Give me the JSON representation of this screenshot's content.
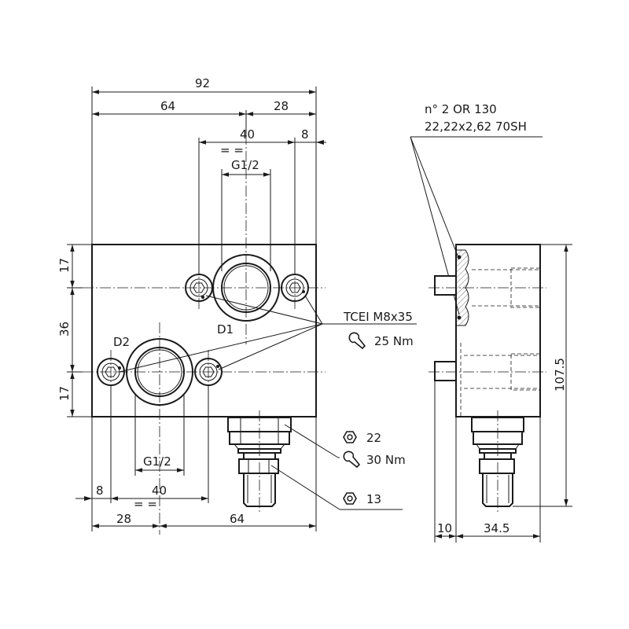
{
  "colors": {
    "line": "#1a1a1a",
    "background": "#ffffff"
  },
  "icons": {
    "wrench": "wrench-icon",
    "hex": "hex-nut-icon"
  },
  "front_view": {
    "dims": {
      "overall_width": "92",
      "left_to_axis": "64",
      "axis_to_right": "28",
      "d1_bolt_spacing": "40",
      "d1_bolt_offset": "8",
      "d1_port_size": "G1/2",
      "d2_port_size": "G1/2",
      "d2_bolt_spacing": "40",
      "d2_bolt_offset": "8",
      "bottom_left_to_axis": "28",
      "bottom_axis_to_right": "64",
      "height_top": "17",
      "height_mid": "36",
      "height_bottom": "17"
    },
    "port_d1": "D1",
    "port_d2": "D2",
    "equal_marks": "= ="
  },
  "callouts": {
    "seal_line1": "n° 2 OR 130",
    "seal_line2": "22,22x2,62 70SH",
    "screw_spec": "TCEI M8x35",
    "screw_torque": "25 Nm",
    "hex_large": "22",
    "cartridge_torque": "30 Nm",
    "hex_small": "13"
  },
  "side_view": {
    "dims": {
      "height": "107.5",
      "left_offset": "10",
      "depth": "34.5"
    }
  }
}
